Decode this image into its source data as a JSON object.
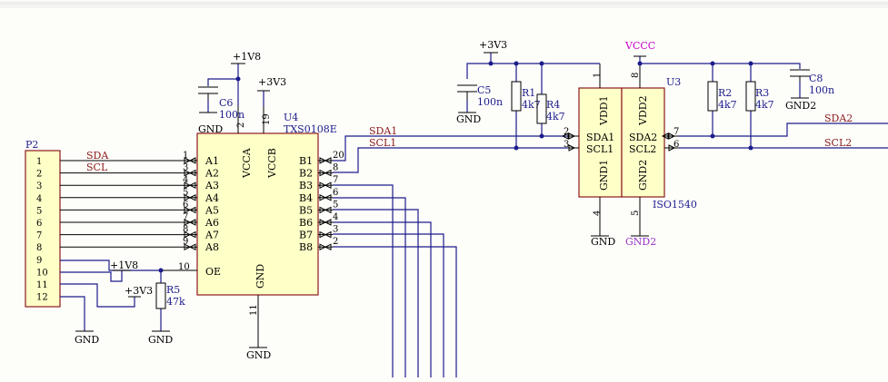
{
  "colors": {
    "wire": "#1c1c8c",
    "body_fill": "#ffffc8",
    "body_stroke": "#8b1a1a",
    "net_label": "#8b1a1a",
    "vccc": "#cc00cc",
    "background": "#fdfdfa"
  },
  "connector": {
    "designator": "P2",
    "pins": [
      "1",
      "2",
      "3",
      "4",
      "5",
      "6",
      "7",
      "8",
      "9",
      "10",
      "11",
      "12"
    ]
  },
  "u4": {
    "designator": "U4",
    "part": "TXS0108E",
    "a_pins": [
      "A1",
      "A2",
      "A3",
      "A4",
      "A5",
      "A6",
      "A7",
      "A8"
    ],
    "b_pins": [
      "B1",
      "B2",
      "B3",
      "B4",
      "B5",
      "B6",
      "B7",
      "B8"
    ],
    "a_nums": [
      "1",
      "3",
      "4",
      "5",
      "6",
      "7",
      "8",
      "9"
    ],
    "b_nums": [
      "20",
      "8",
      "7",
      "6",
      "5",
      "4",
      "3",
      "2"
    ],
    "vcca": "VCCA",
    "vccb": "VCCB",
    "gnd": "GND",
    "oe": "OE",
    "pin_vcca": "2",
    "pin_vccb": "19",
    "pin_gnd": "11",
    "pin_oe": "10"
  },
  "u3": {
    "designator": "U3",
    "part": "ISO1540",
    "vdd1": "VDD1",
    "vdd2": "VDD2",
    "sda1": "SDA1",
    "scl1": "SCL1",
    "sda2": "SDA2",
    "scl2": "SCL2",
    "gnd1": "GND1",
    "gnd2": "GND2",
    "pin_vdd1": "1",
    "pin_vdd2": "8",
    "pin_sda1": "2",
    "pin_scl1": "3",
    "pin_sda2": "7",
    "pin_scl2": "6",
    "pin_gnd1": "4",
    "pin_gnd2": "5"
  },
  "nets": {
    "sda": "SDA",
    "scl": "SCL",
    "sda1": "SDA1",
    "scl1": "SCL1",
    "sda2": "SDA2",
    "scl2": "SCL2"
  },
  "power": {
    "v1v8": "+1V8",
    "v3v3": "+3V3",
    "vccc": "VCCC",
    "gnd": "GND",
    "gnd2": "GND2"
  },
  "parts": {
    "c6": {
      "des": "C6",
      "val": "100n"
    },
    "c5": {
      "des": "C5",
      "val": "100n"
    },
    "c8": {
      "des": "C8",
      "val": "100n"
    },
    "r1": {
      "des": "R1",
      "val": "4k7"
    },
    "r4": {
      "des": "R4",
      "val": "4k7"
    },
    "r2": {
      "des": "R2",
      "val": "4k7"
    },
    "r3": {
      "des": "R3",
      "val": "4k7"
    },
    "r5": {
      "des": "R5",
      "val": "47k"
    }
  }
}
